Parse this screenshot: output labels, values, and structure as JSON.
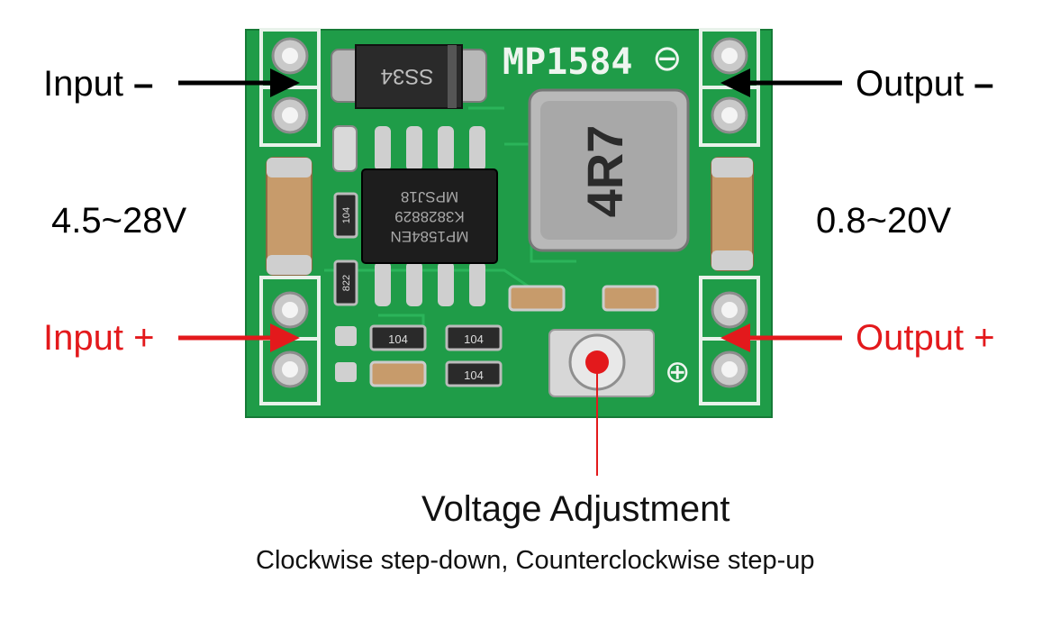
{
  "board": {
    "silkscreen_name": "MP1584",
    "minus_symbol": "⊖",
    "plus_symbol": "⊕",
    "diode_label": "SS34",
    "inductor_label": "4R7",
    "chip_lines": [
      "MP1584EN",
      "K3828829",
      "MPSJ18"
    ],
    "resistor_labels": [
      "104",
      "822",
      "104",
      "104",
      "104"
    ]
  },
  "labels": {
    "input_minus": {
      "text": "Input",
      "sign": "–",
      "color": "#000000"
    },
    "input_plus": {
      "text": "Input",
      "sign": "+",
      "color": "#e3191c"
    },
    "output_minus": {
      "text": "Output",
      "sign": "–",
      "color": "#000000"
    },
    "output_plus": {
      "text": "Output",
      "sign": "+",
      "color": "#e3191c"
    },
    "input_range": "4.5~28V",
    "output_range": "0.8~20V"
  },
  "adjustment": {
    "title": "Voltage Adjustment",
    "subtitle": "Clockwise step-down, Counterclockwise step-up"
  },
  "colors": {
    "pcb_green": "#1e9e4a",
    "arrow_black": "#000000",
    "arrow_red": "#e3191c"
  }
}
